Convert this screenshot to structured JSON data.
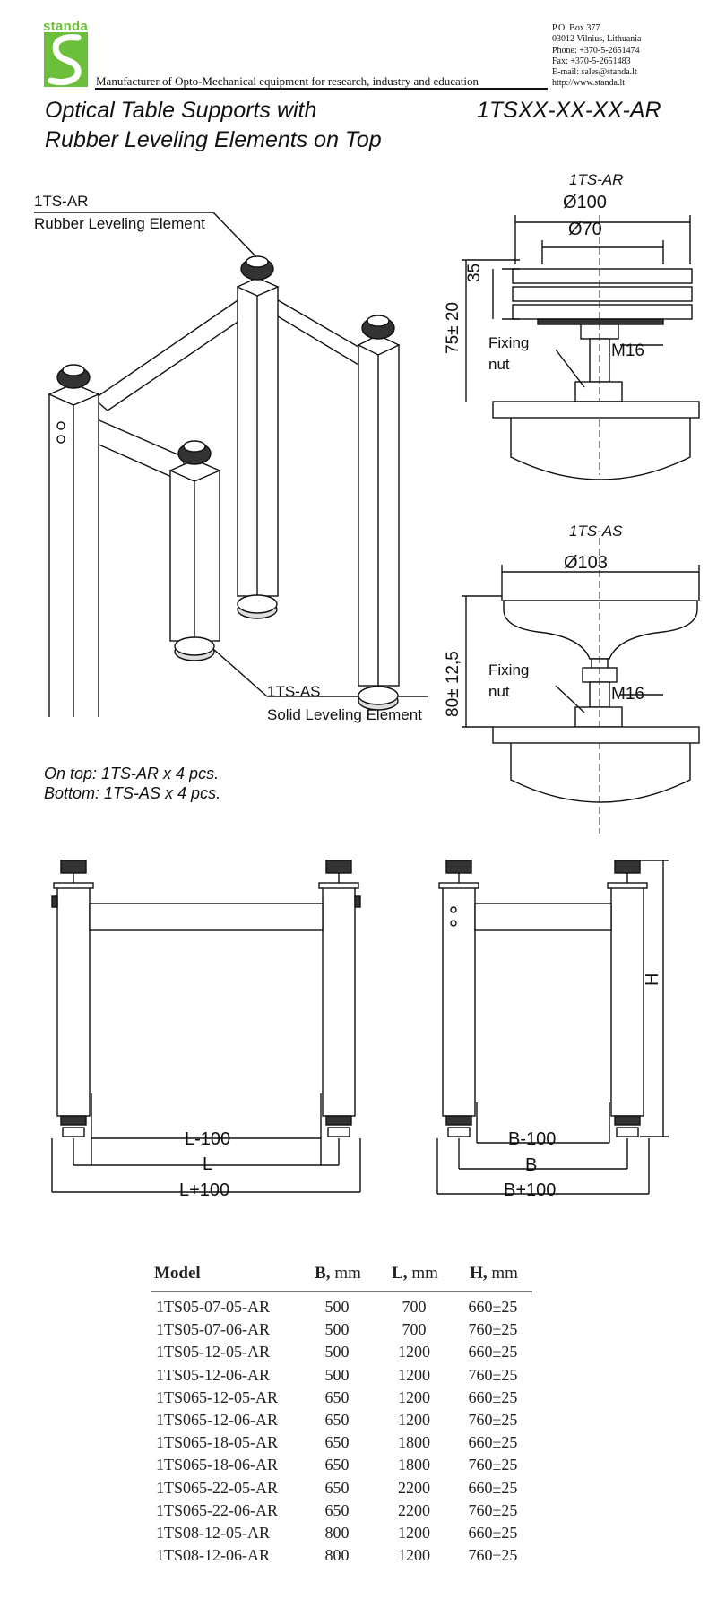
{
  "header": {
    "brand": "standa",
    "tagline": "Manufacturer of Opto-Mechanical equipment for research, industry and education",
    "contact": [
      "P.O. Box 377",
      "03012 Vilnius, Lithuania",
      "Phone: +370-5-2651474",
      "Fax: +370-5-2651483",
      "E-mail: sales@standa.lt",
      "http://www.standa.lt"
    ],
    "brand_color": "#6cbf3a"
  },
  "title_line1": "Optical Table Supports with",
  "title_line2": "Rubber Leveling Elements on Top",
  "product_code": "1TSXX-XX-XX-AR",
  "iso_labels": {
    "top_code": "1TS-AR",
    "top_name": "Rubber Leveling Element",
    "bottom_code": "1TS-AS",
    "bottom_name": "Solid Leveling Element"
  },
  "detail_ar": {
    "title": "1TS-AR",
    "dia_outer": "Ø100",
    "dia_inner": "Ø70",
    "height_pad": "35",
    "height_total": "75± 20",
    "fix1": "Fixing",
    "fix2": "nut",
    "thread": "M16"
  },
  "detail_as": {
    "title": "1TS-AS",
    "dia": "Ø103",
    "height_total": "80± 12,5",
    "fix1": "Fixing",
    "fix2": "nut",
    "thread": "M16"
  },
  "notes": {
    "top": "On top:  1TS-AR x 4 pcs.",
    "bottom": "Bottom: 1TS-AS x 4 pcs."
  },
  "dims": {
    "l_minus": "L-100",
    "l": "L",
    "l_plus": "L+100",
    "b_minus": "B-100",
    "b": "B",
    "b_plus": "B+100",
    "h": "H"
  },
  "table": {
    "headers": [
      {
        "name": "Model",
        "unit": ""
      },
      {
        "name": "B,",
        "unit": " mm"
      },
      {
        "name": "L,",
        "unit": " mm"
      },
      {
        "name": "H,",
        "unit": " mm"
      }
    ],
    "rows": [
      [
        "1TS05-07-05-AR",
        "500",
        "700",
        "660±25"
      ],
      [
        "1TS05-07-06-AR",
        "500",
        "700",
        "760±25"
      ],
      [
        "1TS05-12-05-AR",
        "500",
        "1200",
        "660±25"
      ],
      [
        "1TS05-12-06-AR",
        "500",
        "1200",
        "760±25"
      ],
      [
        "1TS065-12-05-AR",
        "650",
        "1200",
        "660±25"
      ],
      [
        "1TS065-12-06-AR",
        "650",
        "1200",
        "760±25"
      ],
      [
        "1TS065-18-05-AR",
        "650",
        "1800",
        "660±25"
      ],
      [
        "1TS065-18-06-AR",
        "650",
        "1800",
        "760±25"
      ],
      [
        "1TS065-22-05-AR",
        "650",
        "2200",
        "660±25"
      ],
      [
        "1TS065-22-06-AR",
        "650",
        "2200",
        "760±25"
      ],
      [
        "1TS08-12-05-AR",
        "800",
        "1200",
        "660±25"
      ],
      [
        "1TS08-12-06-AR",
        "800",
        "1200",
        "760±25"
      ]
    ]
  }
}
